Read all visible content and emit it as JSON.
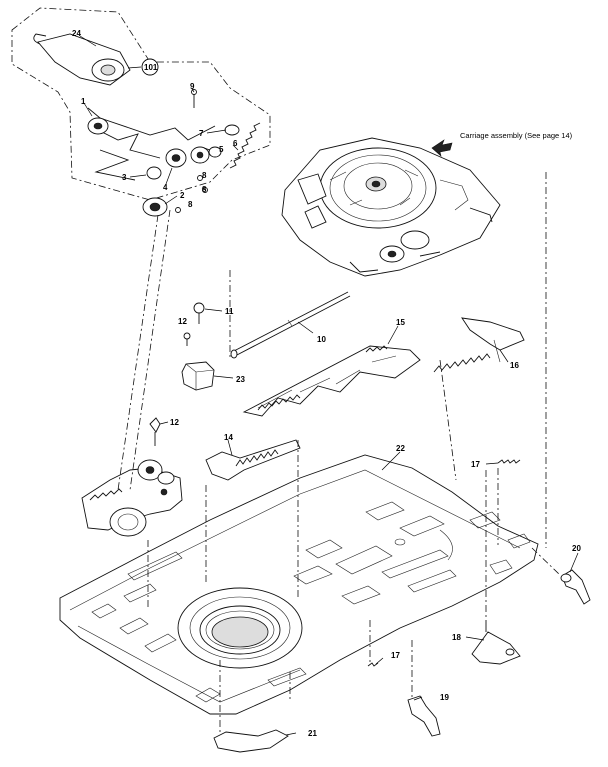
{
  "note": {
    "text": "Carriage assembly (See page 14)"
  },
  "labels": {
    "p24": "24",
    "p101": "101",
    "p9": "9",
    "p1": "1",
    "p7": "7",
    "p6": "6",
    "p5": "5",
    "p3": "3",
    "p4": "4",
    "p8a": "8",
    "p8b": "8",
    "p8c": "8",
    "p2": "2",
    "p11": "11",
    "p12a": "12",
    "p10": "10",
    "p15": "15",
    "p16": "16",
    "p23": "23",
    "p12b": "12",
    "p14": "14",
    "p22": "22",
    "p17a": "17",
    "p20": "20",
    "p18": "18",
    "p17b": "17",
    "p19": "19",
    "p21": "21"
  }
}
